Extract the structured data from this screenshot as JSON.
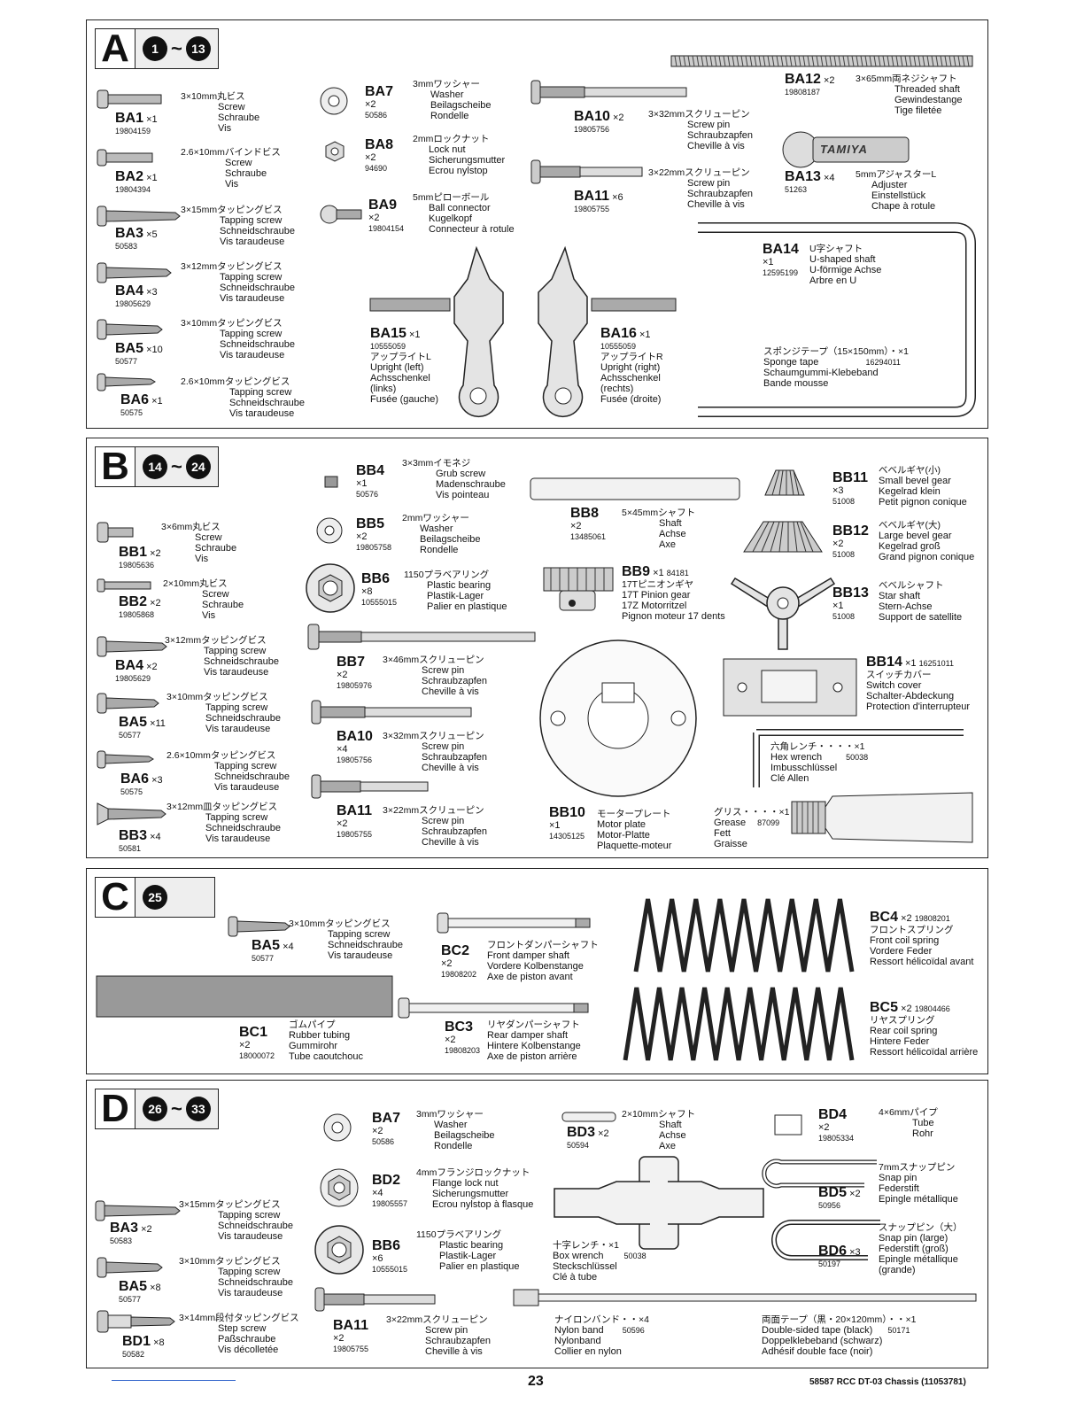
{
  "page_number": "23",
  "footer_ref": "58587 RCC DT-03 Chassis (11053781)",
  "sections": {
    "A": {
      "letter": "A",
      "step_from": "1",
      "step_to": "13"
    },
    "B": {
      "letter": "B",
      "step_from": "14",
      "step_to": "24"
    },
    "C": {
      "letter": "C",
      "step_from": "25"
    },
    "D": {
      "letter": "D",
      "step_from": "26",
      "step_to": "33"
    }
  },
  "parts": {
    "a_ba1": {
      "code": "BA1",
      "qty": "×1",
      "pno": "19804159",
      "jp": "3×10mm丸ビス",
      "n1": "Screw",
      "n2": "Schraube",
      "n3": "Vis"
    },
    "a_ba2": {
      "code": "BA2",
      "qty": "×1",
      "pno": "19804394",
      "jp": "2.6×10mmバインドビス",
      "n1": "Screw",
      "n2": "Schraube",
      "n3": "Vis"
    },
    "a_ba3": {
      "code": "BA3",
      "qty": "×5",
      "pno": "50583",
      "jp": "3×15mmタッピングビス",
      "n1": "Tapping screw",
      "n2": "Schneidschraube",
      "n3": "Vis taraudeuse"
    },
    "a_ba4": {
      "code": "BA4",
      "qty": "×3",
      "pno": "19805629",
      "jp": "3×12mmタッピングビス",
      "n1": "Tapping screw",
      "n2": "Schneidschraube",
      "n3": "Vis taraudeuse"
    },
    "a_ba5": {
      "code": "BA5",
      "qty": "×10",
      "pno": "50577",
      "jp": "3×10mmタッピングビス",
      "n1": "Tapping screw",
      "n2": "Schneidschraube",
      "n3": "Vis taraudeuse"
    },
    "a_ba6": {
      "code": "BA6",
      "qty": "×1",
      "pno": "50575",
      "jp": "2.6×10mmタッピングビス",
      "n1": "Tapping screw",
      "n2": "Schneidschraube",
      "n3": "Vis taraudeuse"
    },
    "a_ba7": {
      "code": "BA7",
      "qty": "×2",
      "pno": "50586",
      "jp": "3mmワッシャー",
      "n1": "Washer",
      "n2": "Beilagscheibe",
      "n3": "Rondelle"
    },
    "a_ba8": {
      "code": "BA8",
      "qty": "×2",
      "pno": "94690",
      "jp": "2mmロックナット",
      "n1": "Lock nut",
      "n2": "Sicherungsmutter",
      "n3": "Ecrou nylstop"
    },
    "a_ba9": {
      "code": "BA9",
      "qty": "×2",
      "pno": "19804154",
      "jp": "5mmピローボール",
      "n1": "Ball connector",
      "n2": "Kugelkopf",
      "n3": "Connecteur à rotule"
    },
    "a_ba10": {
      "code": "BA10",
      "qty": "×2",
      "pno": "19805756",
      "jp": "3×32mmスクリューピン",
      "n1": "Screw pin",
      "n2": "Schraubzapfen",
      "n3": "Cheville à vis"
    },
    "a_ba11": {
      "code": "BA11",
      "qty": "×6",
      "pno": "19805755",
      "jp": "3×22mmスクリューピン",
      "n1": "Screw pin",
      "n2": "Schraubzapfen",
      "n3": "Cheville à vis"
    },
    "a_ba12": {
      "code": "BA12",
      "qty": "×2",
      "pno": "19808187",
      "jp": "3×65mm両ネジシャフト",
      "n1": "Threaded shaft",
      "n2": "Gewindestange",
      "n3": "Tige filetée"
    },
    "a_ba13": {
      "code": "BA13",
      "qty": "×4",
      "pno": "51263",
      "jp": "5mmアジャスターL",
      "n1": "Adjuster",
      "n2": "Einstellstück",
      "n3": "Chape à rotule",
      "logo": "TAMIYA"
    },
    "a_ba14": {
      "code": "BA14",
      "qty": "×1",
      "pno": "12595199",
      "jp": "U字シャフト",
      "n1": "U-shaped shaft",
      "n2": "U-förmige Achse",
      "n3": "Arbre en U"
    },
    "a_ba15": {
      "code": "BA15",
      "qty": "×1",
      "pno": "10555059",
      "jp": "アップライトL",
      "n1": "Upright (left)",
      "n2": "Achsschenkel",
      "n3": "(links)",
      "n4": "Fusée (gauche)"
    },
    "a_ba16": {
      "code": "BA16",
      "qty": "×1",
      "pno": "10555059",
      "jp": "アップライトR",
      "n1": "Upright (right)",
      "n2": "Achsschenkel",
      "n3": "(rechts)",
      "n4": "Fusée (droite)"
    },
    "a_sponge": {
      "jp": "スポンジテープ（15×150mm）・×1",
      "n1": "Sponge tape",
      "pno": "16294011",
      "n2": "Schaumgummi-Klebeband",
      "n3": "Bande mousse"
    },
    "b_bb1": {
      "code": "BB1",
      "qty": "×2",
      "pno": "19805636",
      "jp": "3×6mm丸ビス",
      "n1": "Screw",
      "n2": "Schraube",
      "n3": "Vis"
    },
    "b_bb2": {
      "code": "BB2",
      "qty": "×2",
      "pno": "19805868",
      "jp": "2×10mm丸ビス",
      "n1": "Screw",
      "n2": "Schraube",
      "n3": "Vis"
    },
    "b_ba4": {
      "code": "BA4",
      "qty": "×2",
      "pno": "19805629",
      "jp": "3×12mmタッピングビス",
      "n1": "Tapping screw",
      "n2": "Schneidschraube",
      "n3": "Vis taraudeuse"
    },
    "b_ba5": {
      "code": "BA5",
      "qty": "×11",
      "pno": "50577",
      "jp": "3×10mmタッピングビス",
      "n1": "Tapping screw",
      "n2": "Schneidschraube",
      "n3": "Vis taraudeuse"
    },
    "b_ba6": {
      "code": "BA6",
      "qty": "×3",
      "pno": "50575",
      "jp": "2.6×10mmタッピングビス",
      "n1": "Tapping screw",
      "n2": "Schneidschraube",
      "n3": "Vis taraudeuse"
    },
    "b_bb3": {
      "code": "BB3",
      "qty": "×4",
      "pno": "50581",
      "jp": "3×12mm皿タッピングビス",
      "n1": "Tapping screw",
      "n2": "Schneidschraube",
      "n3": "Vis taraudeuse"
    },
    "b_bb4": {
      "code": "BB4",
      "qty": "×1",
      "pno": "50576",
      "jp": "3×3mmイモネジ",
      "n1": "Grub screw",
      "n2": "Madenschraube",
      "n3": "Vis pointeau"
    },
    "b_bb5": {
      "code": "BB5",
      "qty": "×2",
      "pno": "19805758",
      "jp": "2mmワッシャー",
      "n1": "Washer",
      "n2": "Beilagscheibe",
      "n3": "Rondelle"
    },
    "b_bb6": {
      "code": "BB6",
      "qty": "×8",
      "pno": "10555015",
      "jp": "1150プラベアリング",
      "n1": "Plastic bearing",
      "n2": "Plastik-Lager",
      "n3": "Palier en plastique"
    },
    "b_bb7": {
      "code": "BB7",
      "qty": "×2",
      "pno": "19805976",
      "jp": "3×46mmスクリューピン",
      "n1": "Screw pin",
      "n2": "Schraubzapfen",
      "n3": "Cheville à vis"
    },
    "b_ba10": {
      "code": "BA10",
      "qty": "×4",
      "pno": "19805756",
      "jp": "3×32mmスクリューピン",
      "n1": "Screw pin",
      "n2": "Schraubzapfen",
      "n3": "Cheville à vis"
    },
    "b_ba11": {
      "code": "BA11",
      "qty": "×2",
      "pno": "19805755",
      "jp": "3×22mmスクリューピン",
      "n1": "Screw pin",
      "n2": "Schraubzapfen",
      "n3": "Cheville à vis"
    },
    "b_bb8": {
      "code": "BB8",
      "qty": "×2",
      "pno": "13485061",
      "jp": "5×45mmシャフト",
      "n1": "Shaft",
      "n2": "Achse",
      "n3": "Axe"
    },
    "b_bb9": {
      "code": "BB9",
      "qty": "×1",
      "pno": "84181",
      "jp": "17Tピニオンギヤ",
      "n1": "17T Pinion gear",
      "n2": "17Z Motorritzel",
      "n3": "Pignon moteur 17 dents"
    },
    "b_bb10": {
      "code": "BB10",
      "qty": "×1",
      "pno": "14305125",
      "jp": "モータープレート",
      "n1": "Motor plate",
      "n2": "Motor-Platte",
      "n3": "Plaquette-moteur"
    },
    "b_bb11": {
      "code": "BB11",
      "qty": "×3",
      "pno": "51008",
      "jp": "ベベルギヤ(小)",
      "n1": "Small bevel gear",
      "n2": "Kegelrad klein",
      "n3": "Petit pignon conique"
    },
    "b_bb12": {
      "code": "BB12",
      "qty": "×2",
      "pno": "51008",
      "jp": "ベベルギヤ(大)",
      "n1": "Large bevel gear",
      "n2": "Kegelrad groß",
      "n3": "Grand pignon conique"
    },
    "b_bb13": {
      "code": "BB13",
      "qty": "×1",
      "pno": "51008",
      "jp": "ベベルシャフト",
      "n1": "Star shaft",
      "n2": "Stern-Achse",
      "n3": "Support de satellite"
    },
    "b_bb14": {
      "code": "BB14",
      "qty": "×1",
      "pno": "16251011",
      "jp": "スイッチカバー",
      "n1": "Switch cover",
      "n2": "Schalter-Abdeckung",
      "n3": "Protection d'interrupteur"
    },
    "b_hex": {
      "jp": "六角レンチ・・・・×1",
      "n1": "Hex wrench",
      "pno": "50038",
      "n2": "Imbusschlüssel",
      "n3": "Clé Allen"
    },
    "b_grease": {
      "jp": "グリス・・・・×1",
      "n1": "Grease",
      "pno": "87099",
      "n2": "Fett",
      "n3": "Graisse"
    },
    "c_ba5": {
      "code": "BA5",
      "qty": "×4",
      "pno": "50577",
      "jp": "3×10mmタッピングビス",
      "n1": "Tapping screw",
      "n2": "Schneidschraube",
      "n3": "Vis taraudeuse"
    },
    "c_bc1": {
      "code": "BC1",
      "qty": "×2",
      "pno": "18000072",
      "jp": "ゴムパイプ",
      "n1": "Rubber tubing",
      "n2": "Gummirohr",
      "n3": "Tube caoutchouc"
    },
    "c_bc2": {
      "code": "BC2",
      "qty": "×2",
      "pno": "19808202",
      "jp": "フロントダンパーシャフト",
      "n1": "Front damper shaft",
      "n2": "Vordere Kolbenstange",
      "n3": "Axe de piston avant"
    },
    "c_bc3": {
      "code": "BC3",
      "qty": "×2",
      "pno": "19808203",
      "jp": "リヤダンパーシャフト",
      "n1": "Rear damper shaft",
      "n2": "Hintere Kolbenstange",
      "n3": "Axe de piston arrière"
    },
    "c_bc4": {
      "code": "BC4",
      "qty": "×2",
      "pno": "19808201",
      "jp": "フロントスプリング",
      "n1": "Front coil spring",
      "n2": "Vordere Feder",
      "n3": "Ressort hélicoïdal avant"
    },
    "c_bc5": {
      "code": "BC5",
      "qty": "×2",
      "pno": "19804466",
      "jp": "リヤスプリング",
      "n1": "Rear coil spring",
      "n2": "Hintere Feder",
      "n3": "Ressort hélicoïdal arrière"
    },
    "d_ba3": {
      "code": "BA3",
      "qty": "×2",
      "pno": "50583",
      "jp": "3×15mmタッピングビス",
      "n1": "Tapping screw",
      "n2": "Schneidschraube",
      "n3": "Vis taraudeuse"
    },
    "d_ba5": {
      "code": "BA5",
      "qty": "×8",
      "pno": "50577",
      "jp": "3×10mmタッピングビス",
      "n1": "Tapping screw",
      "n2": "Schneidschraube",
      "n3": "Vis taraudeuse"
    },
    "d_bd1": {
      "code": "BD1",
      "qty": "×8",
      "pno": "50582",
      "jp": "3×14mm段付タッピングビス",
      "n1": "Step screw",
      "n2": "Paßschraube",
      "n3": "Vis décolletée"
    },
    "d_ba7": {
      "code": "BA7",
      "qty": "×2",
      "pno": "50586",
      "jp": "3mmワッシャー",
      "n1": "Washer",
      "n2": "Beilagscheibe",
      "n3": "Rondelle"
    },
    "d_bd2": {
      "code": "BD2",
      "qty": "×4",
      "pno": "19805557",
      "jp": "4mmフランジロックナット",
      "n1": "Flange lock nut",
      "n2": "Sicherungsmutter",
      "n3": "Ecrou nylstop à flasque"
    },
    "d_bb6": {
      "code": "BB6",
      "qty": "×6",
      "pno": "10555015",
      "jp": "1150プラベアリング",
      "n1": "Plastic bearing",
      "n2": "Plastik-Lager",
      "n3": "Palier en plastique"
    },
    "d_ba11": {
      "code": "BA11",
      "qty": "×2",
      "pno": "19805755",
      "jp": "3×22mmスクリューピン",
      "n1": "Screw pin",
      "n2": "Schraubzapfen",
      "n3": "Cheville à vis"
    },
    "d_bd3": {
      "code": "BD3",
      "qty": "×2",
      "pno": "50594",
      "jp": "2×10mmシャフト",
      "n1": "Shaft",
      "n2": "Achse",
      "n3": "Axe"
    },
    "d_bd4": {
      "code": "BD4",
      "qty": "×2",
      "pno": "19805334",
      "jp": "4×6mmパイプ",
      "n1": "Tube",
      "n2": "Rohr"
    },
    "d_bd5": {
      "code": "BD5",
      "qty": "×2",
      "pno": "50956",
      "jp": "7mmスナップピン",
      "n1": "Snap pin",
      "n2": "Federstift",
      "n3": "Epingle métallique"
    },
    "d_bd6": {
      "code": "BD6",
      "qty": "×3",
      "pno": "50197",
      "jp": "スナップピン（大）",
      "n1": "Snap pin (large)",
      "n2": "Federstift (groß)",
      "n3": "Epingle métallique",
      "n4": "(grande)"
    },
    "d_box": {
      "jp": "十字レンチ・×1",
      "n1": "Box wrench",
      "pno": "50038",
      "n2": "Steckschlüssel",
      "n3": "Clé à tube"
    },
    "d_nylon": {
      "jp": "ナイロンバンド・・×4",
      "n1": "Nylon band",
      "pno": "50596",
      "n2": "Nylonband",
      "n3": "Collier en nylon"
    },
    "d_tape": {
      "jp": "両面テープ（黒・20×120mm）・・×1",
      "n1": "Double-sided tape (black)",
      "pno": "50171",
      "n2": "Doppelklebeband (schwarz)",
      "n3": "Adhésif double face (noir)"
    }
  }
}
